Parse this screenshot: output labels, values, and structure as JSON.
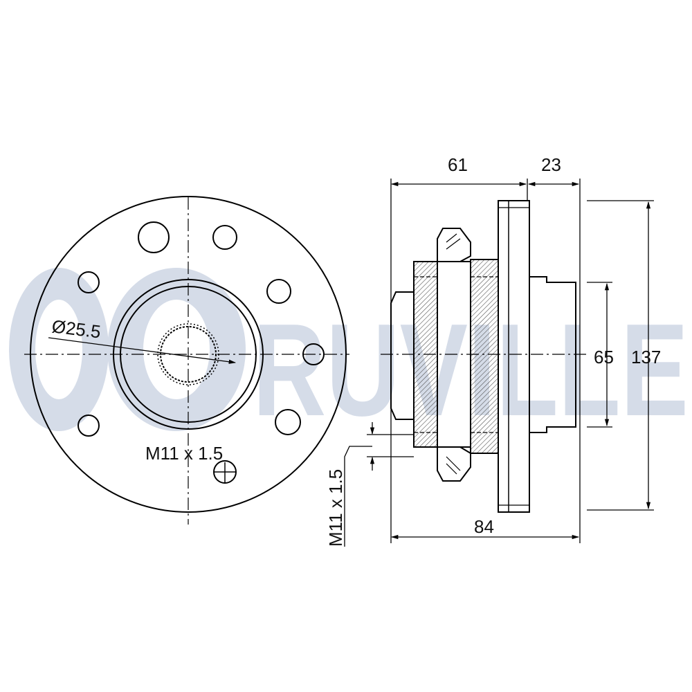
{
  "watermark": {
    "text": "RUVILLE",
    "color": "#d5dce8"
  },
  "front_view": {
    "bore_label": "Ø25.5",
    "thread_label": "M11 x 1.5"
  },
  "side_view": {
    "dim_top_left": "61",
    "dim_top_right": "23",
    "dim_bottom": "84",
    "dim_inner_height": "65",
    "dim_outer_height": "137",
    "thread_label": "M11 x 1.5"
  },
  "colors": {
    "line": "#000000",
    "centerline": "#000000",
    "hatch": "#555555"
  }
}
